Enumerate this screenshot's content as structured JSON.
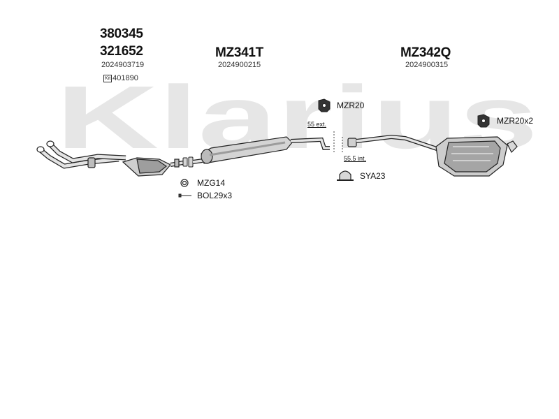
{
  "watermark": {
    "text": "Klarius",
    "color": "#e6e6e6"
  },
  "groups": [
    {
      "codes": [
        "380345",
        "321652"
      ],
      "refs": [
        "2024903719"
      ],
      "kit_label": "Kit",
      "kit_ref": "401890"
    },
    {
      "codes": [
        "MZ341T"
      ],
      "refs": [
        "2024900215"
      ]
    },
    {
      "codes": [
        "MZ342Q"
      ],
      "refs": [
        "2024900315"
      ]
    }
  ],
  "parts": {
    "mzr20": "MZR20",
    "mzr20x2": "MZR20x2",
    "mzg14": "MZG14",
    "bol29x3": "BOL29x3",
    "sya23": "SYA23"
  },
  "dimensions": {
    "ext": "55 ext.",
    "int": "55.5 int."
  },
  "colors": {
    "part_stroke": "#222222",
    "part_fill": "#dcdcdc",
    "part_shade": "#9a9a9a"
  }
}
